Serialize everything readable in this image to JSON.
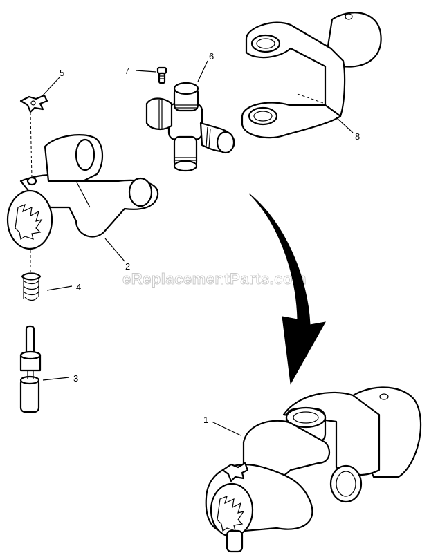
{
  "callouts": {
    "c1": "1",
    "c2": "2",
    "c3": "3",
    "c4": "4",
    "c5": "5",
    "c6": "6",
    "c7": "7",
    "c8": "8"
  },
  "watermark": "eReplacementParts.com"
}
